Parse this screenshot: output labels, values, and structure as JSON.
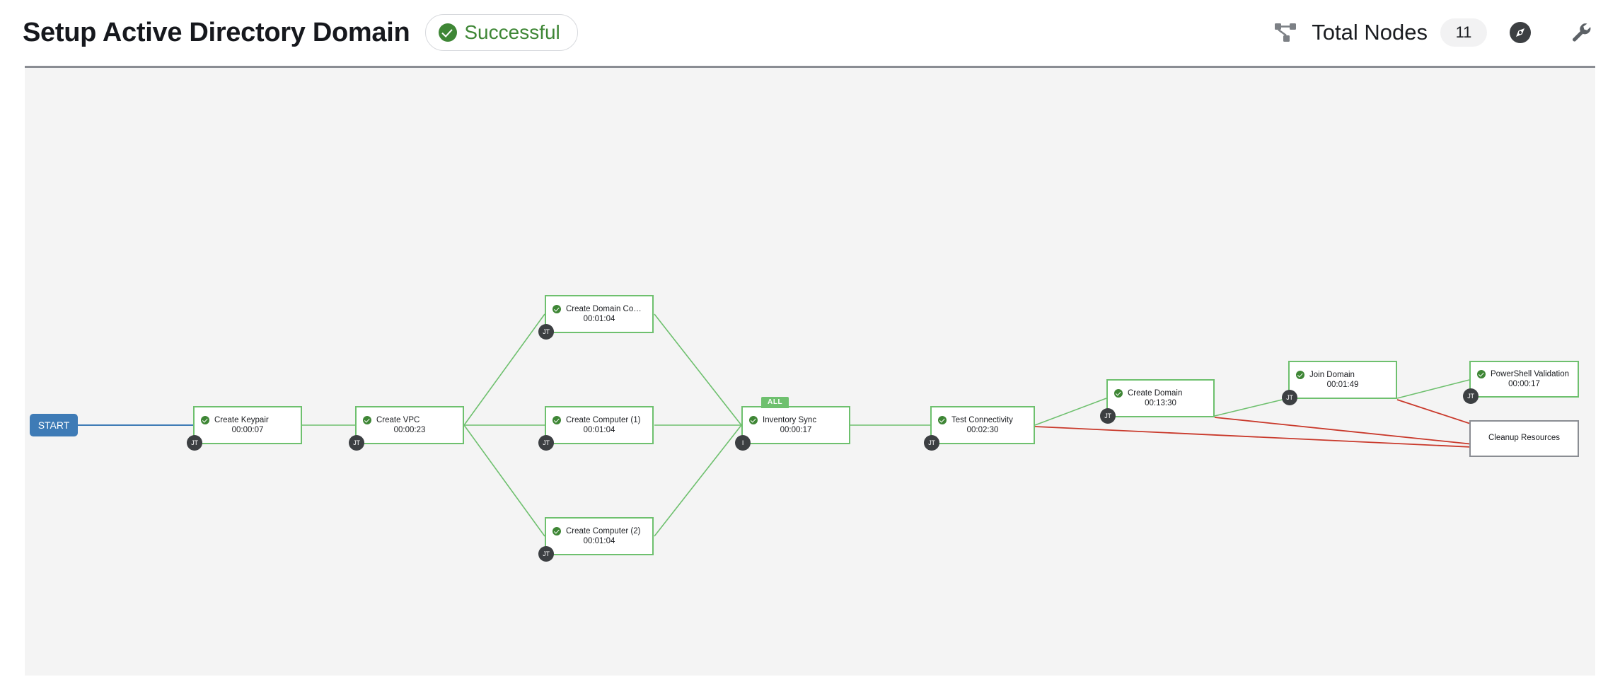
{
  "header": {
    "title": "Setup Active Directory Domain",
    "status": {
      "label": "Successful",
      "color": "#3e8635",
      "icon": "check-circle-icon"
    },
    "nodes_icon": "topology-icon",
    "total_nodes_label": "Total Nodes",
    "total_nodes_count": "11",
    "compass_icon": "compass-icon",
    "wrench_icon": "wrench-icon"
  },
  "canvas": {
    "start_label": "START",
    "nodes": [
      {
        "id": "create-keypair",
        "title": "Create Keypair",
        "time": "00:00:07",
        "status": "success",
        "badge": "JT",
        "toplabel": ""
      },
      {
        "id": "create-vpc",
        "title": "Create VPC",
        "time": "00:00:23",
        "status": "success",
        "badge": "JT",
        "toplabel": ""
      },
      {
        "id": "create-domain-ctrl",
        "title": "Create Domain Contr...",
        "time": "00:01:04",
        "status": "success",
        "badge": "JT",
        "toplabel": ""
      },
      {
        "id": "create-computer-1",
        "title": "Create Computer (1)",
        "time": "00:01:04",
        "status": "success",
        "badge": "JT",
        "toplabel": ""
      },
      {
        "id": "create-computer-2",
        "title": "Create Computer (2)",
        "time": "00:01:04",
        "status": "success",
        "badge": "JT",
        "toplabel": ""
      },
      {
        "id": "inventory-sync",
        "title": "Inventory Sync",
        "time": "00:00:17",
        "status": "success",
        "badge": "I",
        "toplabel": "ALL"
      },
      {
        "id": "test-connectivity",
        "title": "Test Connectivity",
        "time": "00:02:30",
        "status": "success",
        "badge": "JT",
        "toplabel": ""
      },
      {
        "id": "create-domain",
        "title": "Create Domain",
        "time": "00:13:30",
        "status": "success",
        "badge": "JT",
        "toplabel": ""
      },
      {
        "id": "join-domain",
        "title": "Join Domain",
        "time": "00:01:49",
        "status": "success",
        "badge": "JT",
        "toplabel": ""
      },
      {
        "id": "powershell-validation",
        "title": "PowerShell Validation",
        "time": "00:00:17",
        "status": "success",
        "badge": "JT",
        "toplabel": ""
      },
      {
        "id": "cleanup-resources",
        "title": "Cleanup Resources",
        "time": "",
        "status": "pending",
        "badge": "",
        "toplabel": ""
      }
    ],
    "colors": {
      "success_edge": "#6ec06e",
      "failure_edge": "#c9392b",
      "start_edge": "#3e7bb6",
      "node_border_success": "#6ec06e",
      "node_border_pending": "#8a8d93",
      "canvas_bg": "#f4f4f4"
    }
  }
}
